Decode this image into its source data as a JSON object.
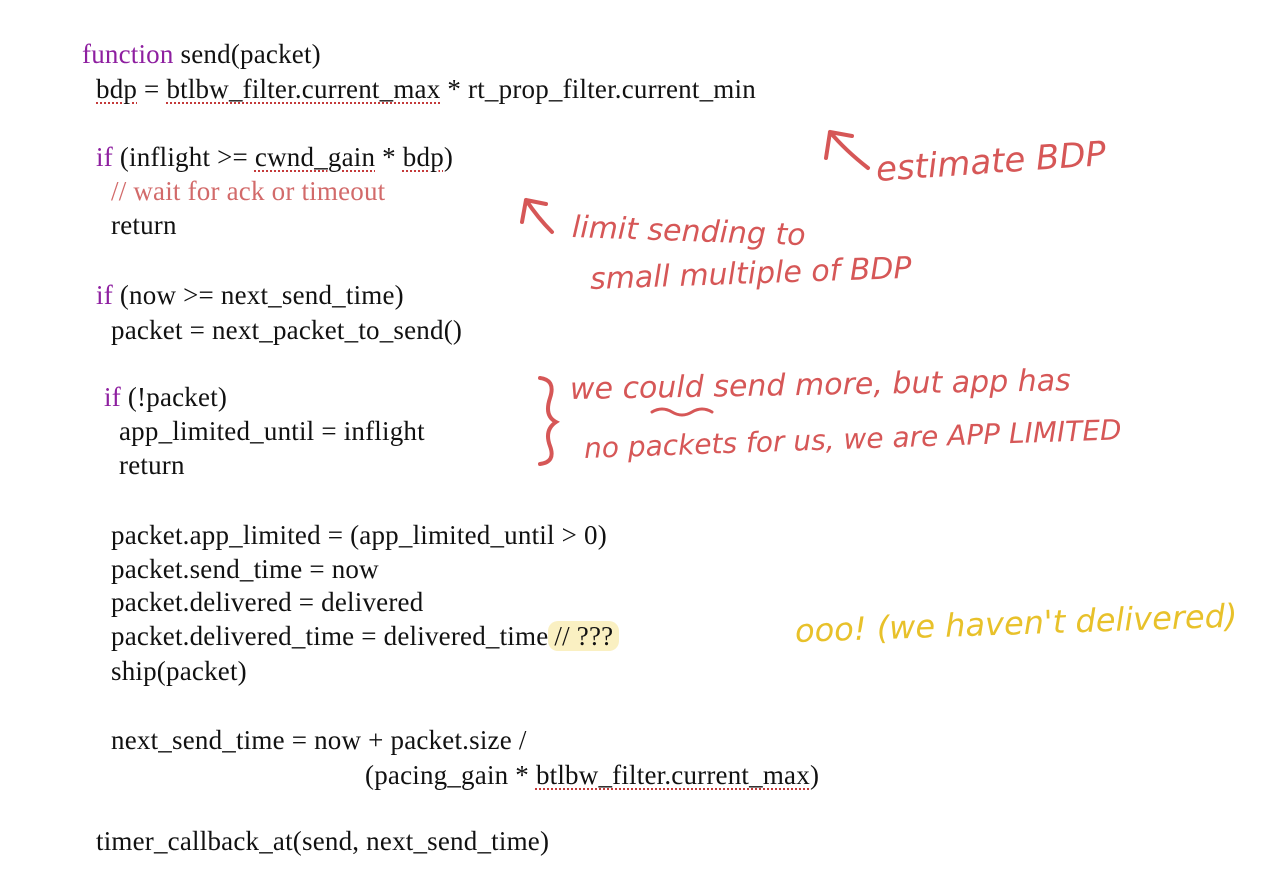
{
  "code": {
    "l01_kw": "function",
    "l01_rest": " send(packet)",
    "l02_a": "bdp",
    "l02_b": " = ",
    "l02_c": "btlbw_filter.current_max",
    "l02_d": " * rt_prop_filter.current_min",
    "l03_kw": "if",
    "l03_a": " (inflight >= ",
    "l03_b": "cwnd_gain",
    "l03_c": " * ",
    "l03_d": "bdp",
    "l03_e": ")",
    "l04_comment": "// wait for ack or timeout",
    "l05": "return",
    "l06_kw": "if",
    "l06_rest": " (now >= next_send_time)",
    "l07": "packet = next_packet_to_send()",
    "l08_kw": "if",
    "l08_rest": " (!packet)",
    "l09": "app_limited_until = inflight",
    "l10": "return",
    "l11": "packet.app_limited = (app_limited_until > 0)",
    "l12": "packet.send_time = now",
    "l13": "packet.delivered = delivered",
    "l14_a": "packet.delivered_time = delivered_time",
    "l14_b": "// ???",
    "l15": "ship(packet)",
    "l16": "next_send_time = now + packet.size /",
    "l17_a": "(pacing_gain * ",
    "l17_b": "btlbw_filter.current_max",
    "l17_c": ")",
    "l18": "timer_callback_at(send, next_send_time)"
  },
  "annotations": {
    "estimate": "estimate BDP",
    "limit_1": "limit sending to",
    "limit_2": "small multiple of BDP",
    "app_1_a": "we ",
    "app_1_b": "could",
    "app_1_c": " send more, but app has",
    "app_2": "no packets for us, we are APP LIMITED",
    "ooo": "ooo! (we haven't delivered)"
  },
  "colors": {
    "keyword": "#8e1fa0",
    "comment": "#d26a6a",
    "annotation_red": "#d65757",
    "annotation_yellow": "#e8c12a",
    "highlight": "#faf0c2"
  }
}
